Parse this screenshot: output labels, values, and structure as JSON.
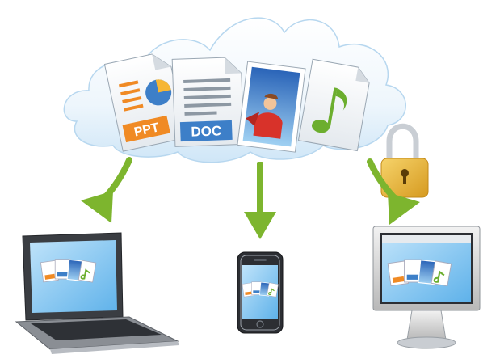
{
  "cloud": {
    "files": [
      {
        "icon": "ppt-file-icon",
        "label": "PPT",
        "accent": "#f08a24"
      },
      {
        "icon": "doc-file-icon",
        "label": "DOC",
        "accent": "#3d7fc8"
      },
      {
        "icon": "photo-file-icon",
        "label": ""
      },
      {
        "icon": "music-file-icon",
        "label": "",
        "accent": "#6cae2e"
      }
    ],
    "lock": {
      "icon": "padlock-icon",
      "color": "#e8b030"
    }
  },
  "arrows": {
    "color": "#7db52e"
  },
  "devices": [
    {
      "name": "laptop",
      "icon": "laptop-icon",
      "screen_color": "#7fc4f0"
    },
    {
      "name": "smartphone",
      "icon": "smartphone-icon",
      "screen_color": "#7fc4f0"
    },
    {
      "name": "desktop-monitor",
      "icon": "monitor-icon",
      "screen_color": "#7fc4f0"
    }
  ]
}
